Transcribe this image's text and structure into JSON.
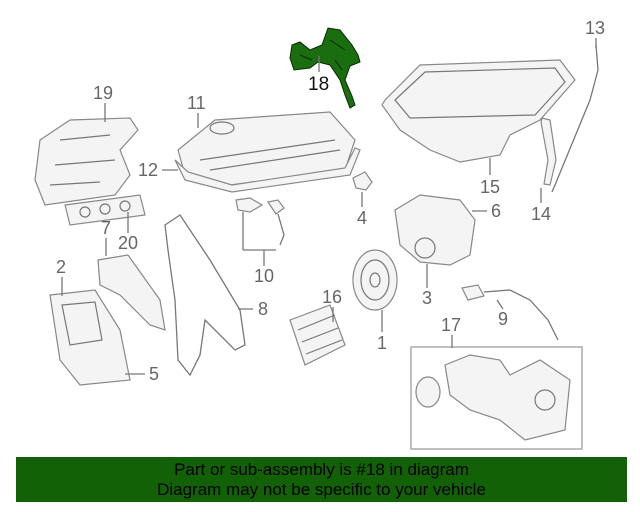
{
  "diagram": {
    "highlight_color": "#1a6e0f",
    "highlighted_part": "18",
    "callouts": {
      "c1": "1",
      "c2": "2",
      "c3": "3",
      "c4": "4",
      "c5": "5",
      "c6": "6",
      "c7": "7",
      "c8": "8",
      "c9": "9",
      "c10": "10",
      "c11": "11",
      "c12": "12",
      "c13": "13",
      "c14": "14",
      "c15": "15",
      "c16": "16",
      "c17": "17",
      "c18": "18",
      "c19": "19",
      "c20": "20"
    }
  },
  "banner": {
    "line1": "Part or sub-assembly is #18 in diagram",
    "line2": "Diagram may not be specific to your vehicle",
    "background": "#136107"
  }
}
